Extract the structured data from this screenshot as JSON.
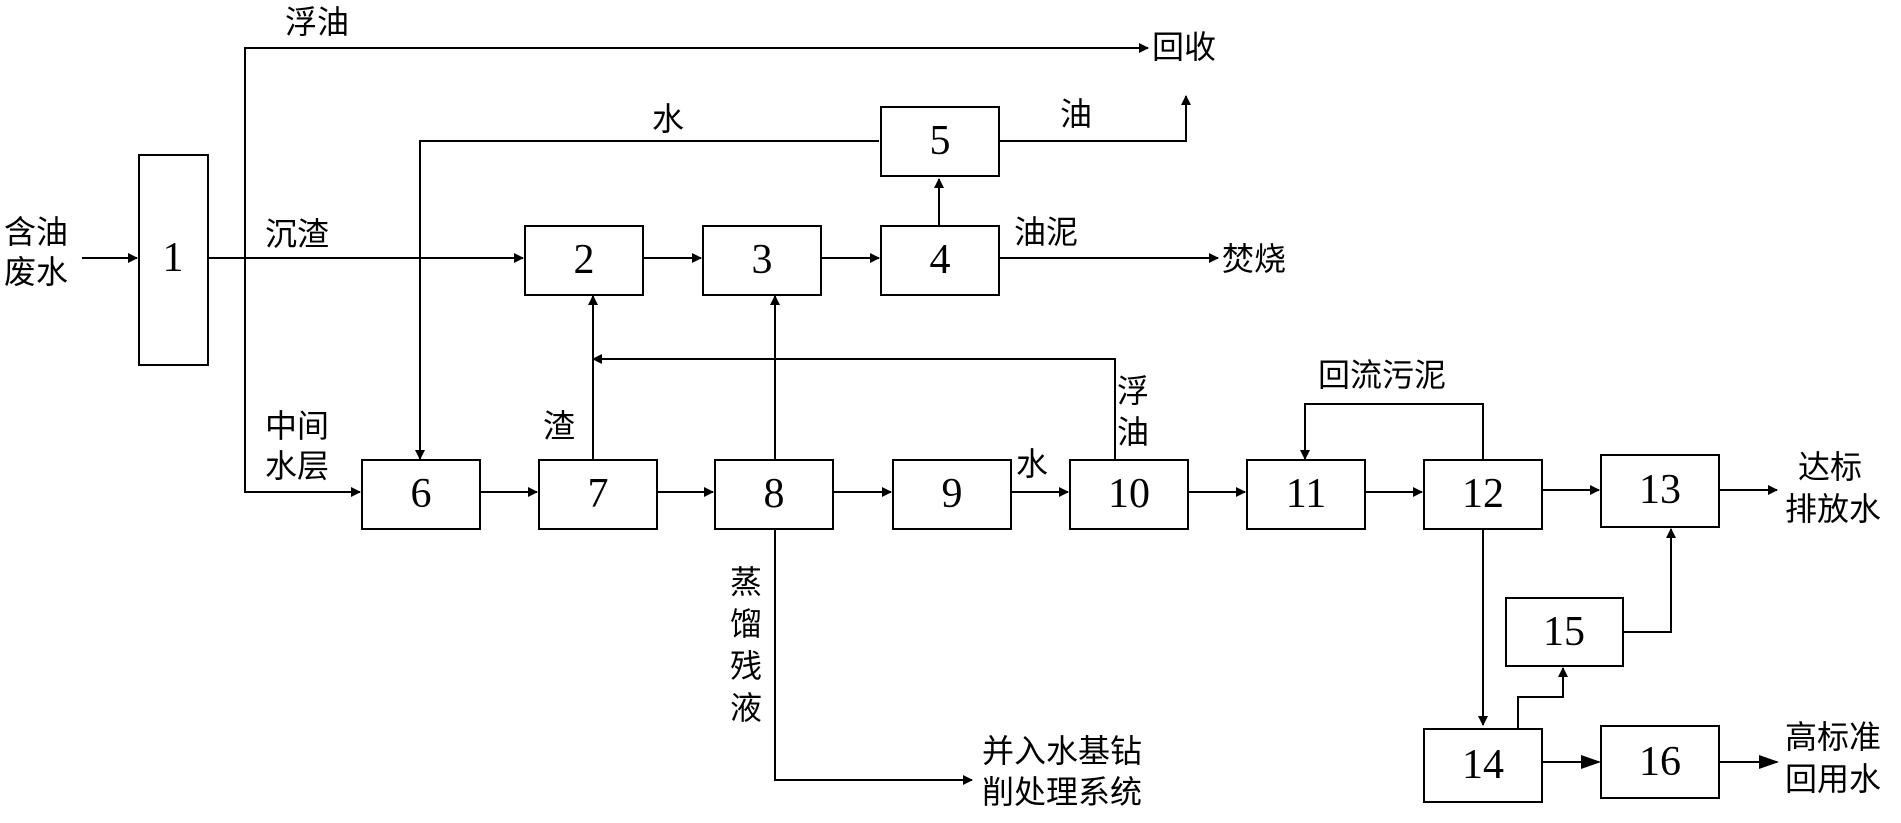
{
  "boxes": {
    "b1": "1",
    "b2": "2",
    "b3": "3",
    "b4": "4",
    "b5": "5",
    "b6": "6",
    "b7": "7",
    "b8": "8",
    "b9": "9",
    "b10": "10",
    "b11": "11",
    "b12": "12",
    "b13": "13",
    "b14": "14",
    "b15": "15",
    "b16": "16"
  },
  "labels": {
    "input_line1": "含油",
    "input_line2": "废水",
    "float_oil_top": "浮油",
    "recover": "回收",
    "water_5": "水",
    "oil_5": "油",
    "sediment": "沉渣",
    "oily_sludge": "油泥",
    "incinerate": "焚烧",
    "middle_water_line1": "中间",
    "middle_water_line2": "水层",
    "slag": "渣",
    "float_oil_10_line1": "浮",
    "float_oil_10_line2": "油",
    "water_9_10": "水",
    "return_sludge": "回流污泥",
    "discharge_line1": "达标",
    "discharge_line2": "排放水",
    "distill_c1": "蒸",
    "distill_c2": "馏",
    "distill_c3": "残",
    "distill_c4": "液",
    "merge_line1": "并入水基钻",
    "merge_line2": "削处理系统",
    "reuse_line1": "高标准",
    "reuse_line2": "回用水"
  }
}
